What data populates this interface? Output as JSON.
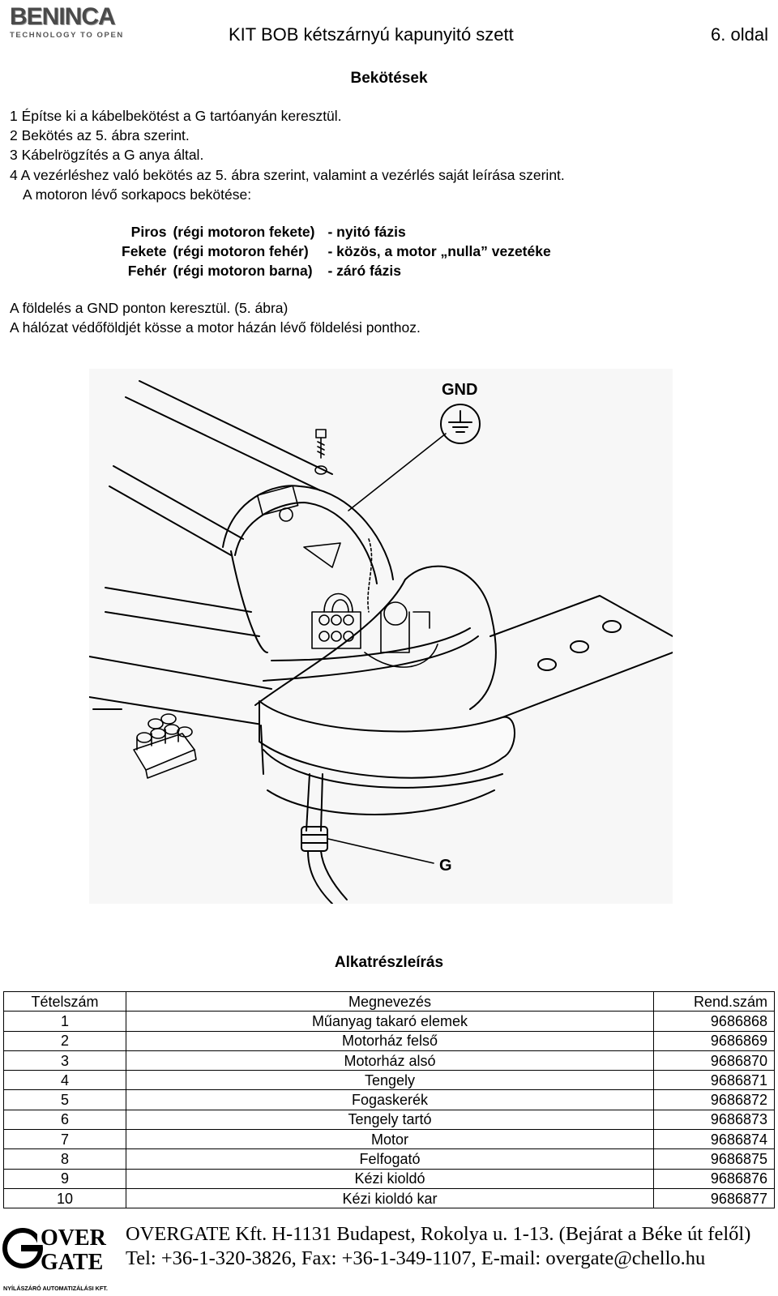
{
  "header": {
    "logo_brand": "BENINCA",
    "logo_tagline": "TECHNOLOGY TO OPEN",
    "title": "KIT BOB kétszárnyú kapunyitó szett",
    "page": "6. oldal"
  },
  "connections": {
    "title": "Bekötések",
    "steps": [
      "1 Építse ki a kábelbekötést a G tartóanyán keresztül.",
      "2 Bekötés az 5. ábra szerint.",
      "3 Kábelrögzítés a G anya által.",
      "4 A vezérléshez való bekötés az 5. ábra szerint, valamint a  vezérlés saját leírása szerint."
    ],
    "terminal_intro": "A motoron lévő sorkapocs bekötése:",
    "wires": [
      {
        "color": "Piros",
        "old": "(régi motoron fekete)",
        "function": "- nyitó fázis"
      },
      {
        "color": "Fekete",
        "old": "(régi motoron fehér)",
        "function": "- közös, a motor „nulla” vezetéke"
      },
      {
        "color": "Fehér",
        "old": "(régi motoron barna)",
        "function": "- záró fázis"
      }
    ],
    "notes": [
      "A földelés a GND ponton keresztül. (5. ábra)",
      "A hálózat védőföldjét kösse a motor házán lévő földelési ponthoz."
    ]
  },
  "figure": {
    "label_gnd": "GND",
    "label_g": "G"
  },
  "parts": {
    "title": "Alkatrészleírás",
    "headers": [
      "Tételszám",
      "Megnevezés",
      "Rend.szám"
    ],
    "rows": [
      [
        "1",
        "Műanyag takaró elemek",
        "9686868"
      ],
      [
        "2",
        "Motorház   felső",
        "9686869"
      ],
      [
        "3",
        "Motorház   alsó",
        "9686870"
      ],
      [
        "4",
        "Tengely",
        "9686871"
      ],
      [
        "5",
        "Fogaskerék",
        "9686872"
      ],
      [
        "6",
        "Tengely tartó",
        "9686873"
      ],
      [
        "7",
        "Motor",
        "9686874"
      ],
      [
        "8",
        "Felfogató",
        "9686875"
      ],
      [
        "9",
        "Kézi kioldó",
        "9686876"
      ],
      [
        "10",
        "Kézi kioldó kar",
        "9686877"
      ]
    ]
  },
  "footer": {
    "logo_top": "OVER",
    "logo_bottom": "GATE",
    "logo_sub": "NYÍLÁSZÁRÓ AUTOMATIZÁLÁSI KFT.",
    "line1": "OVERGATE Kft. H-1131 Budapest, Rokolya u. 1-13. (Bejárat a Béke út felől)",
    "line2": "Tel: +36-1-320-3826, Fax: +36-1-349-1107, E-mail: overgate@chello.hu"
  }
}
